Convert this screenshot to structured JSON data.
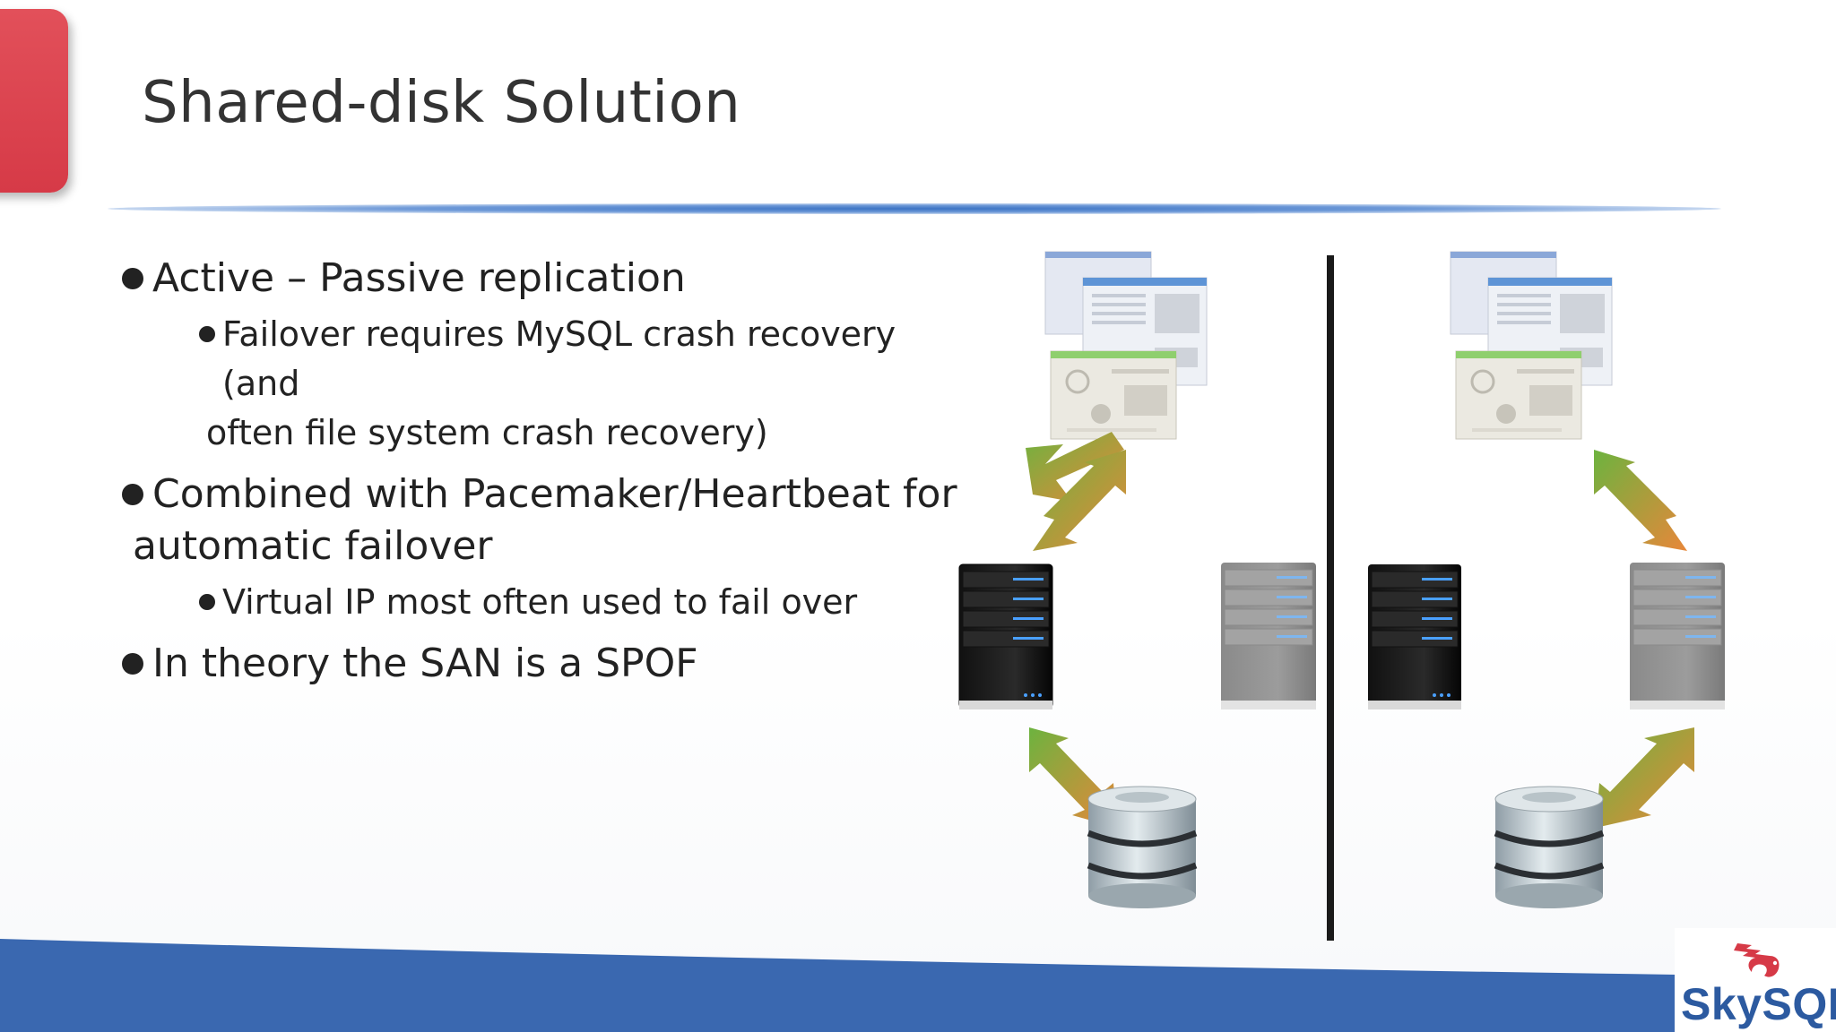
{
  "slide": {
    "title": "Shared-disk Solution",
    "bullets": [
      {
        "text": "Active – Passive replication",
        "sub": [
          {
            "line1": "Failover requires MySQL crash recovery (and",
            "line2": "often file system crash recovery)"
          }
        ]
      },
      {
        "line1": "Combined with Pacemaker/Heartbeat for",
        "line2": "automatic failover",
        "sub": [
          {
            "text": "Virtual IP most often used to fail over"
          }
        ]
      },
      {
        "text": "In theory the SAN is a SPOF"
      }
    ],
    "logo": "SkySQL"
  },
  "colors": {
    "accent_red": "#d63a47",
    "accent_blue": "#3b73c4",
    "band_blue": "#3a68b0",
    "logo_blue": "#2c5aa0",
    "logo_red": "#d63a47"
  },
  "icons": [
    "application-windows-icon",
    "server-active-icon",
    "server-standby-icon",
    "database-disk-icon",
    "bidirectional-arrow-icon",
    "skysql-bird-icon"
  ]
}
